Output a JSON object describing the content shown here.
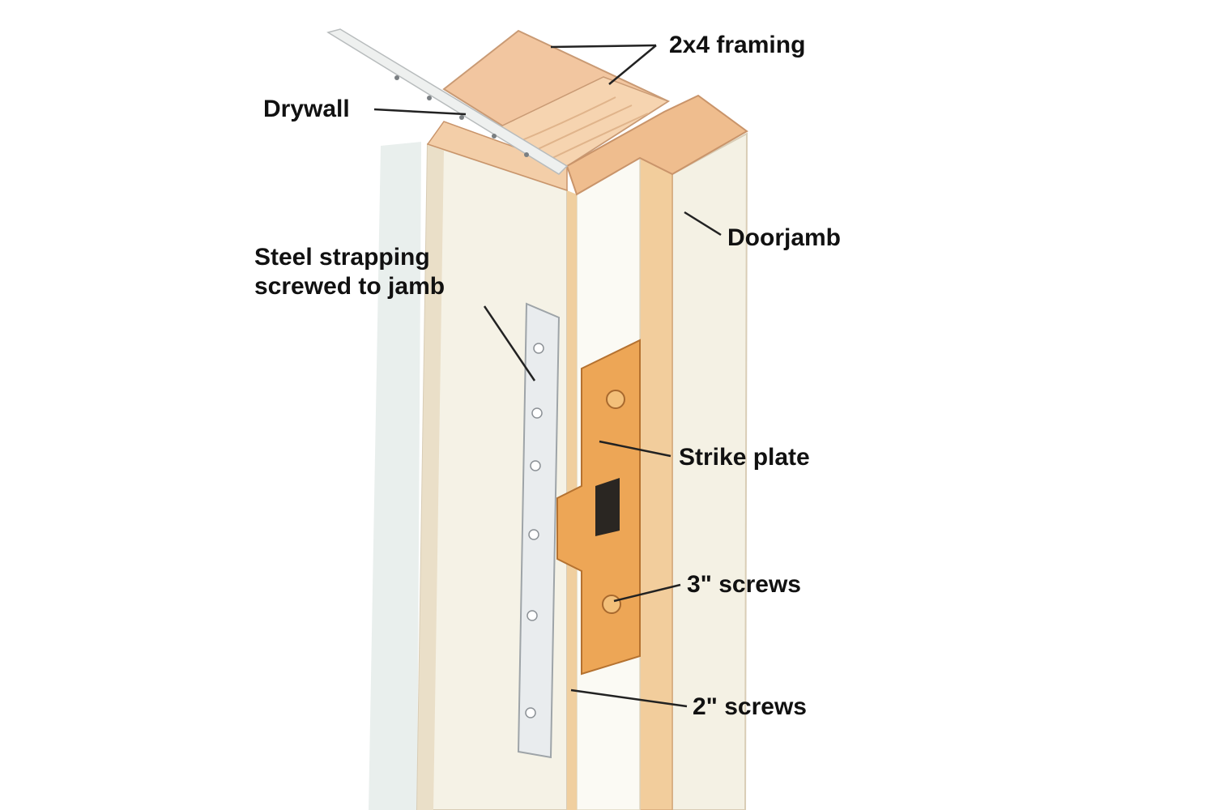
{
  "labels": {
    "framing": "2x4 framing",
    "drywall": "Drywall",
    "doorjamb": "Doorjamb",
    "strapping_line1": "Steel strapping",
    "strapping_line2": "screwed to jamb",
    "strike_plate": "Strike plate",
    "screws_3in": "3\" screws",
    "screws_2in": "2\" screws"
  },
  "colors": {
    "wood": "#f2c9a0",
    "wood_end_grain": "#f5d2ae",
    "wood_dark": "#d9a27a",
    "drywall_face": "#f4f1e4",
    "drywall_shadow": "#e3e7e4",
    "jamb_edge": "#f0c79a",
    "strike_brass": "#e9a85a",
    "steel_strap": "#e6e9ec",
    "leader_line": "#222222"
  }
}
